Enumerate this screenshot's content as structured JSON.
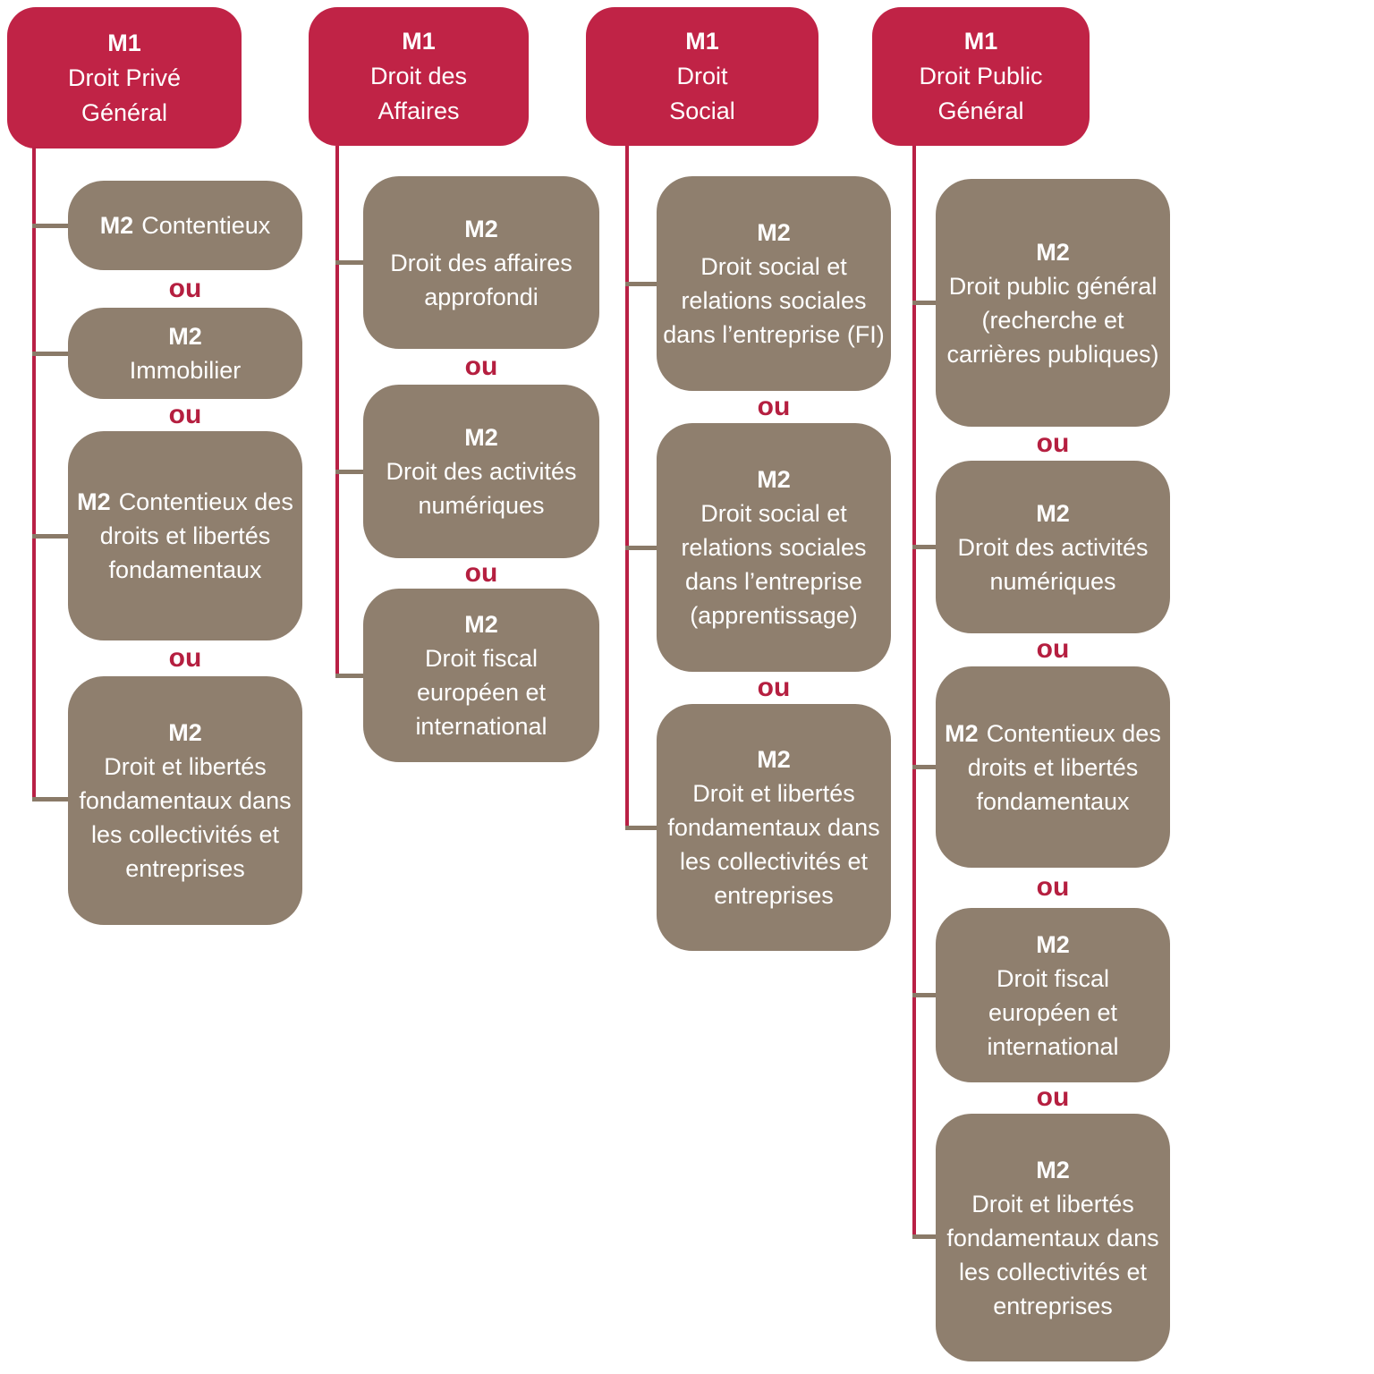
{
  "separator_label": "ou",
  "colors": {
    "m1_fill": "#c02346",
    "m2_fill": "#8f7f6e",
    "connector_vertical": "#b92045",
    "connector_horizontal": "#8a7a68",
    "separator_text": "#b51f40",
    "box_text": "#ffffff",
    "background": "#ffffff"
  },
  "columns": [
    {
      "m1": {
        "title": "M1",
        "label": "Droit Privé Général"
      },
      "m2": [
        {
          "title": "M2",
          "label": "Contentieux"
        },
        {
          "title": "M2",
          "label": "Immobilier"
        },
        {
          "title": "M2",
          "label": "Contentieux des droits et libertés fondamentaux"
        },
        {
          "title": "M2",
          "label": "Droit et libertés fondamentaux dans les collectivités et entreprises"
        }
      ]
    },
    {
      "m1": {
        "title": "M1",
        "label": "Droit des Affaires"
      },
      "m2": [
        {
          "title": "M2",
          "label": "Droit des affaires approfondi"
        },
        {
          "title": "M2",
          "label": "Droit des activités numériques"
        },
        {
          "title": "M2",
          "label": "Droit fiscal européen et international"
        }
      ]
    },
    {
      "m1": {
        "title": "M1",
        "label": "Droit Social"
      },
      "m2": [
        {
          "title": "M2",
          "label": "Droit social et relations sociales dans l’entreprise (FI)"
        },
        {
          "title": "M2",
          "label": "Droit social et relations sociales dans l’entreprise (apprentissage)"
        },
        {
          "title": "M2",
          "label": "Droit et libertés fondamentaux dans les collectivités et entreprises"
        }
      ]
    },
    {
      "m1": {
        "title": "M1",
        "label": "Droit Public Général"
      },
      "m2": [
        {
          "title": "M2",
          "label": "Droit public général (recherche et carrières publiques)"
        },
        {
          "title": "M2",
          "label": "Droit des activités numériques"
        },
        {
          "title": "M2",
          "label": "Contentieux des droits et libertés fondamentaux"
        },
        {
          "title": "M2",
          "label": "Droit fiscal européen et international"
        },
        {
          "title": "M2",
          "label": "Droit et libertés fondamentaux dans les collectivités et entreprises"
        }
      ]
    }
  ]
}
